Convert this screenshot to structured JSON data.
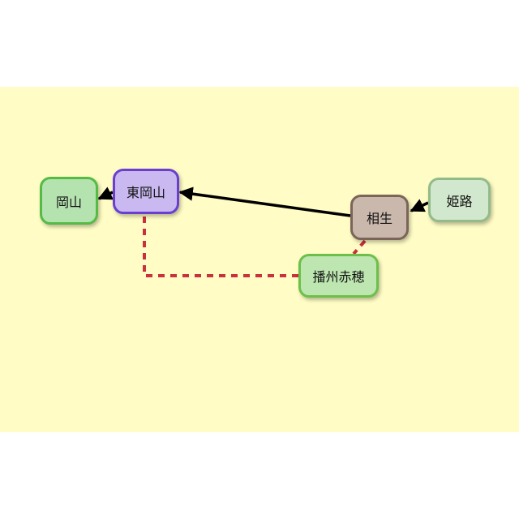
{
  "nodes": [
    {
      "id": "okayama",
      "label": "岡山",
      "fill": "#b5e3b0",
      "border": "#55bb44"
    },
    {
      "id": "higashi-okayama",
      "label": "東岡山",
      "fill": "#c9b9f0",
      "border": "#6a3fd0"
    },
    {
      "id": "harima-ako",
      "label": "播州赤穂",
      "fill": "#bde6b0",
      "border": "#6cc04a"
    },
    {
      "id": "aioi",
      "label": "相生",
      "fill": "#cbb8ad",
      "border": "#7b6558"
    },
    {
      "id": "himeji",
      "label": "姫路",
      "fill": "#d2e8ce",
      "border": "#92bb88"
    }
  ],
  "edges": [
    {
      "from": "himeji",
      "to": "aioi",
      "style": "solid-arrow",
      "color": "#000000"
    },
    {
      "from": "aioi",
      "to": "higashi-okayama",
      "style": "solid-arrow",
      "color": "#000000"
    },
    {
      "from": "higashi-okayama",
      "to": "okayama",
      "style": "solid-arrow",
      "color": "#000000"
    },
    {
      "from": "aioi",
      "to": "harima-ako",
      "style": "dashed",
      "color": "#c8313e"
    },
    {
      "from": "harima-ako",
      "to": "higashi-okayama",
      "style": "dashed",
      "color": "#c8313e"
    }
  ]
}
